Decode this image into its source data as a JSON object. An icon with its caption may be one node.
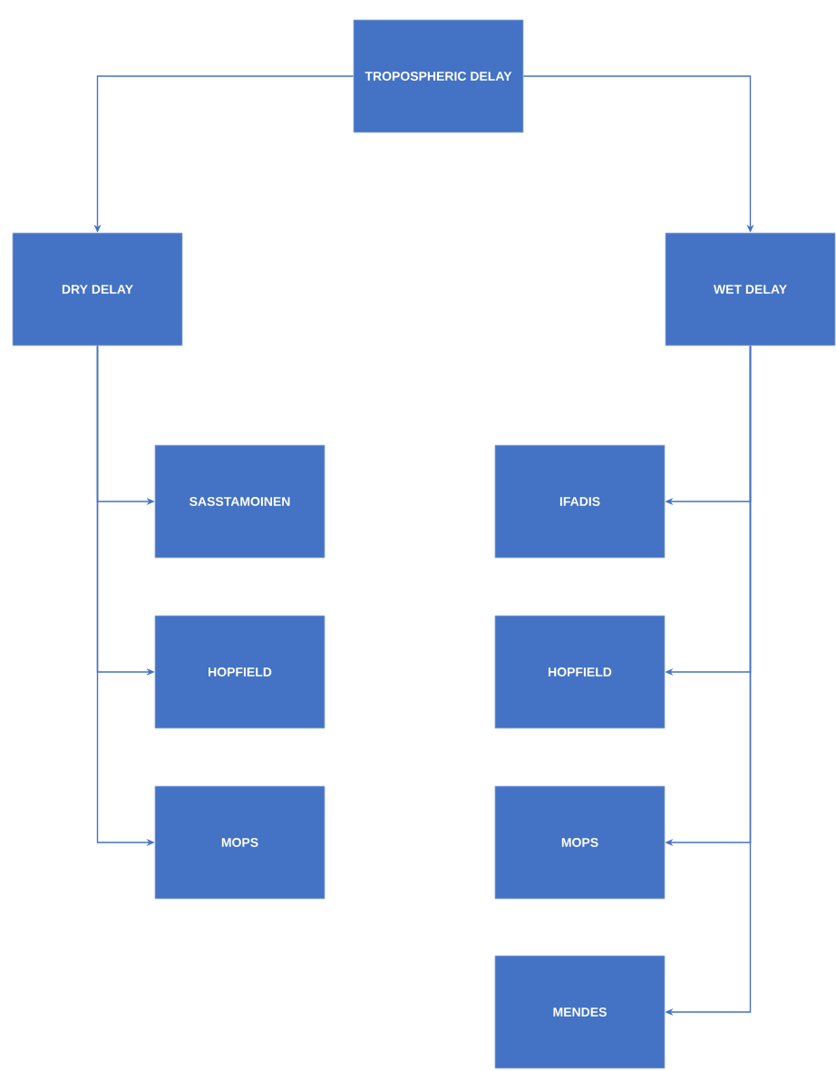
{
  "diagram": {
    "nodes": [
      {
        "text": [
          "TROPOSPHERIC DELAY"
        ]
      },
      {
        "text": [
          "DRY DELAY"
        ]
      },
      {
        "text": [
          "WET DELAY"
        ]
      },
      {
        "text": [
          "SASSTAMOINEN"
        ]
      },
      {
        "text": [
          "HOPFIELD"
        ]
      },
      {
        "text": [
          "MOPS"
        ]
      },
      {
        "text": [
          "IFADIS"
        ]
      },
      {
        "text": [
          "HOPFIELD"
        ]
      },
      {
        "text": [
          "MOPS"
        ]
      },
      {
        "text": [
          "MENDES"
        ]
      }
    ],
    "edges": [
      {
        "from": 0,
        "to": 1,
        "arrow": "to"
      },
      {
        "from": 0,
        "to": 2,
        "arrow": "to"
      },
      {
        "from": 1,
        "to": 3,
        "arrow": "to"
      },
      {
        "from": 1,
        "to": 4,
        "arrow": "to"
      },
      {
        "from": 1,
        "to": 5,
        "arrow": "to"
      },
      {
        "from": 2,
        "to": 6,
        "arrow": "to"
      },
      {
        "from": 2,
        "to": 7,
        "arrow": "to"
      },
      {
        "from": 2,
        "to": 8,
        "arrow": "to"
      },
      {
        "from": 2,
        "to": 9,
        "arrow": "to"
      }
    ]
  }
}
